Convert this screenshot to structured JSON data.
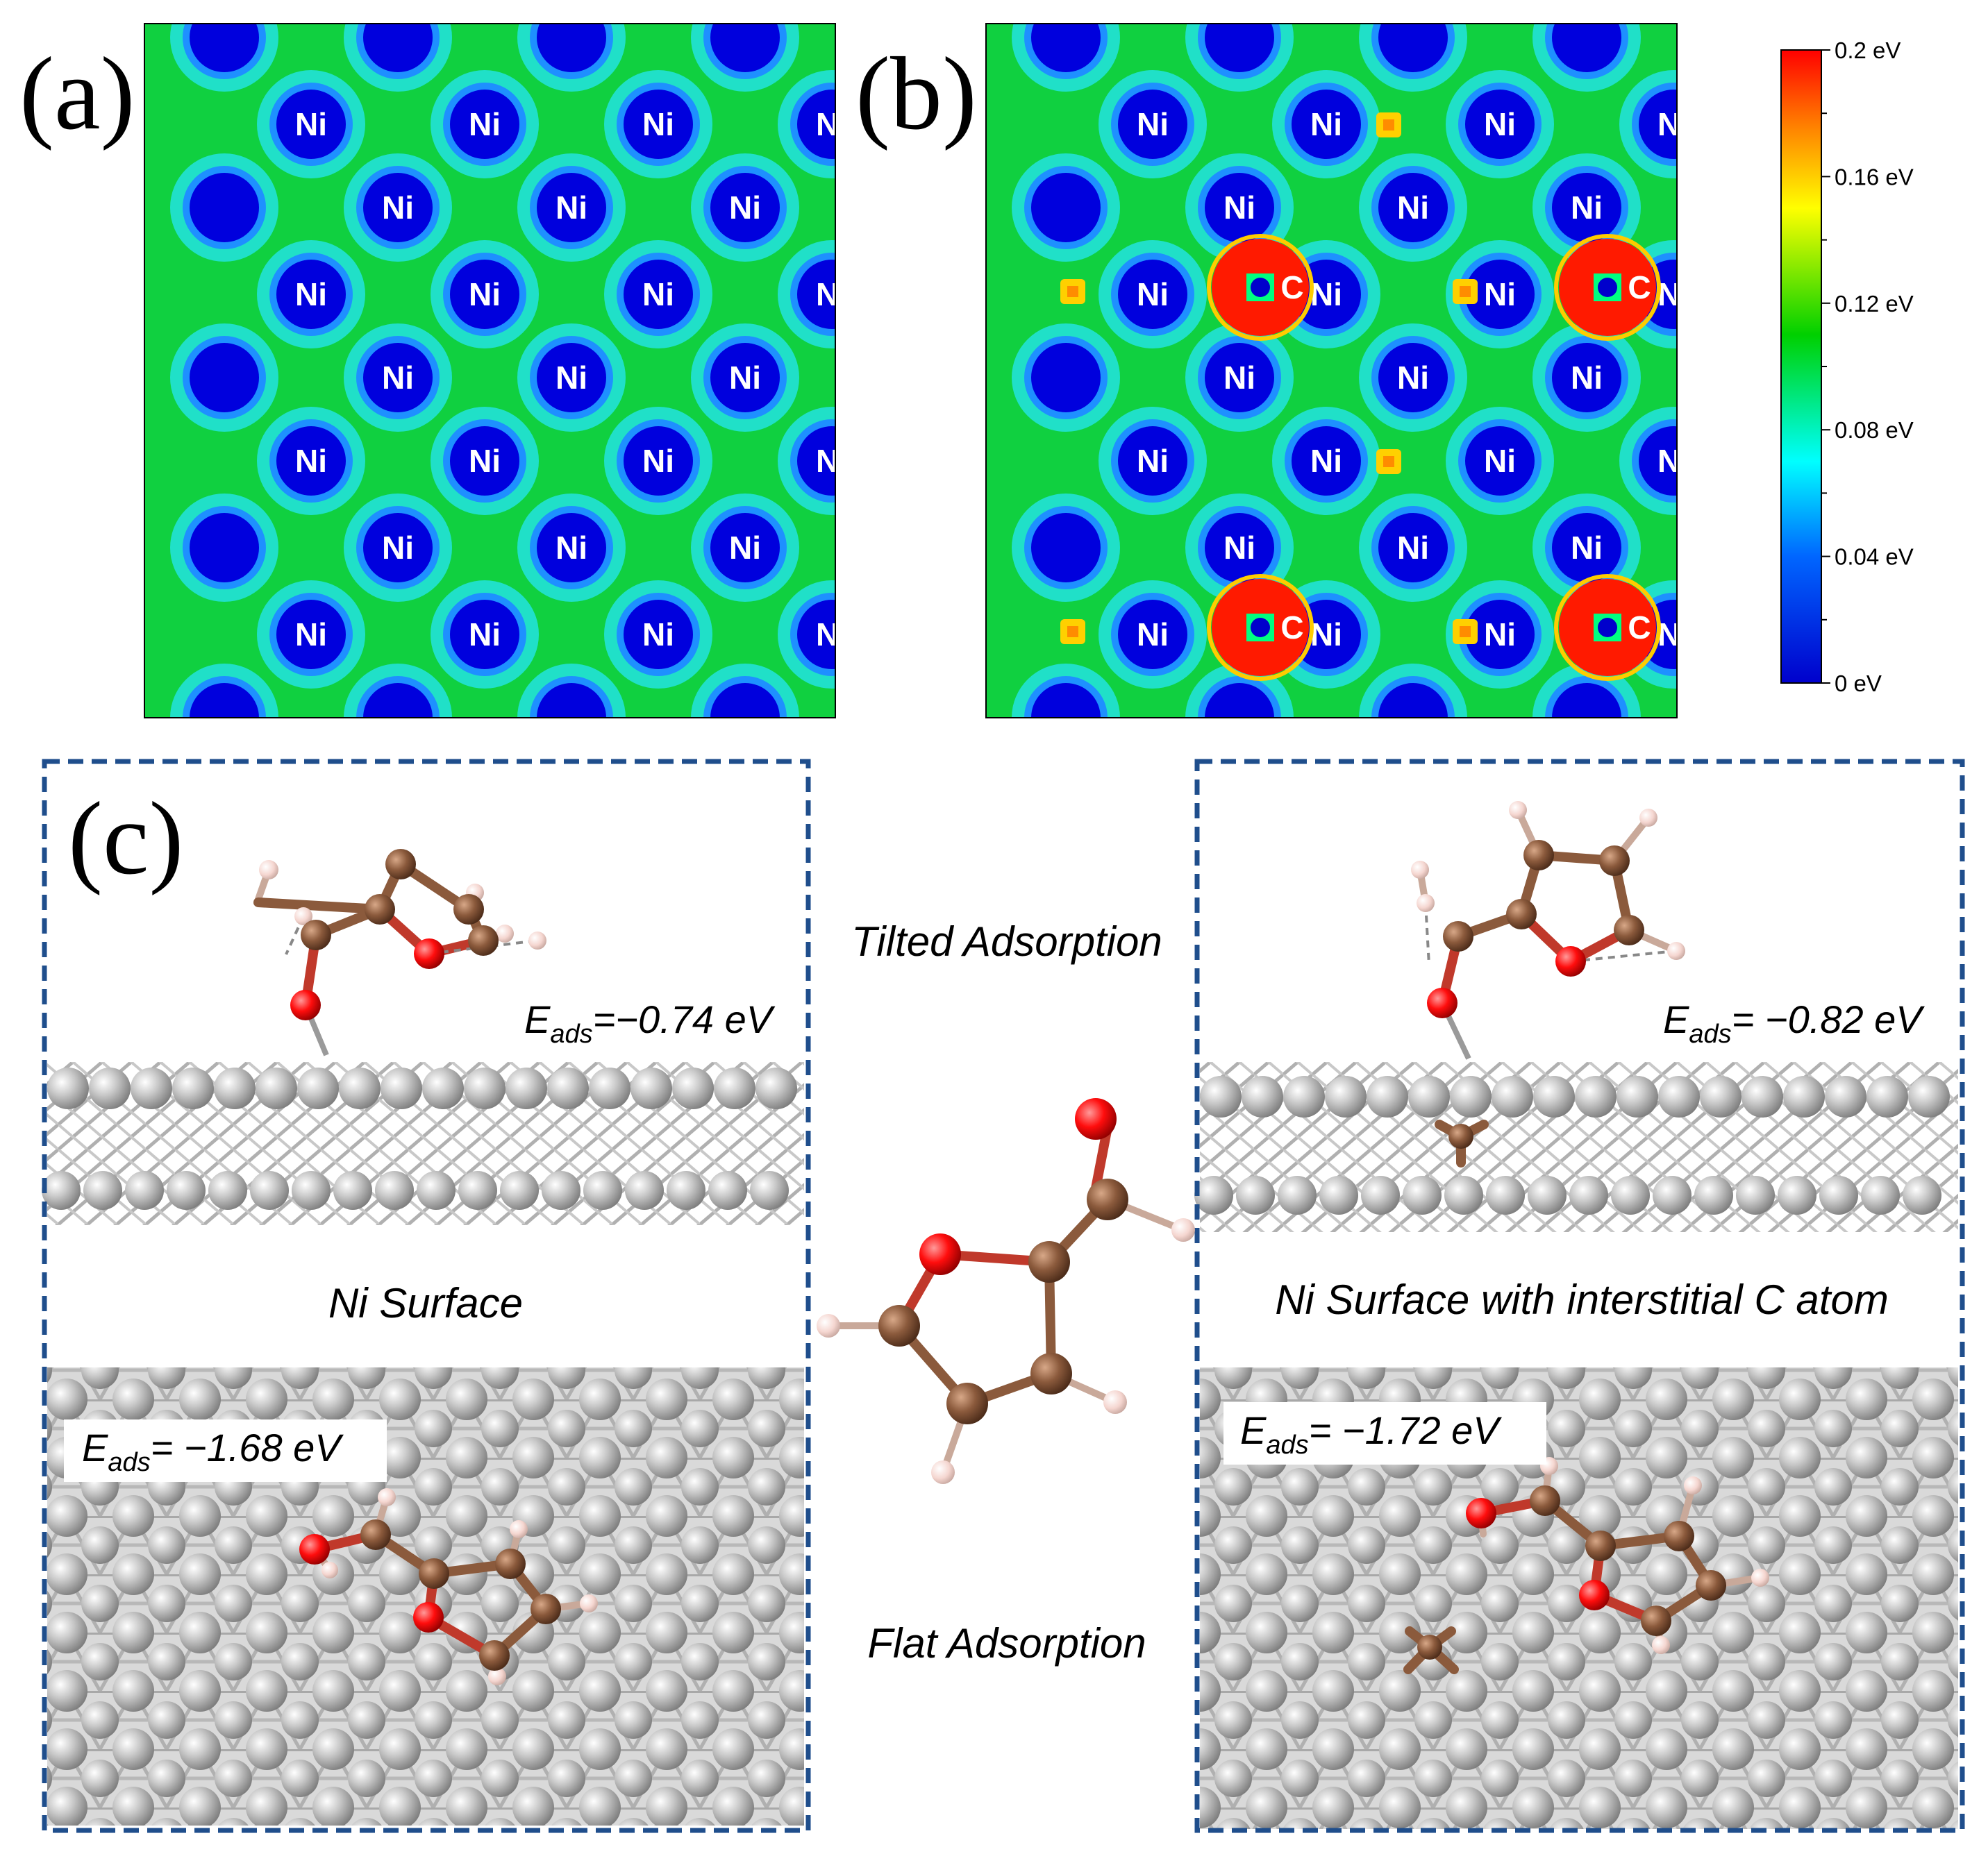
{
  "panels": {
    "a": {
      "letter": "(a)"
    },
    "b": {
      "letter": "(b)"
    },
    "c": {
      "letter": "(c)"
    }
  },
  "atom_labels": {
    "ni": "Ni",
    "c": "C"
  },
  "colorbar": {
    "ticks": [
      "0.2 eV",
      "0.16 eV",
      "0.12 eV",
      "0.08 eV",
      "0.04 eV",
      "0 eV"
    ],
    "colors": [
      "#ff0000",
      "#ffff00",
      "#00d000",
      "#00ffff",
      "#0000ff"
    ]
  },
  "labels": {
    "tilted": "Tilted Adsorption",
    "flat": "Flat Adsorption",
    "ni_surface": "Ni Surface",
    "ni_surface_c": "Ni Surface with interstitial C atom"
  },
  "energies": {
    "e_symbol": "E",
    "e_subscript": "ads",
    "tilted_ni": "=−0.74 eV",
    "tilted_c": "= −0.82 eV",
    "flat_ni": "= −1.68 eV",
    "flat_c": "= −1.72 eV"
  },
  "colors": {
    "ni_atom": "#bfbfbf",
    "carbon_atom": "#8b5a3c",
    "oxygen_atom": "#ff0d0d",
    "hydrogen_atom": "#f5d6d0",
    "frame": "#1f4e8c"
  }
}
